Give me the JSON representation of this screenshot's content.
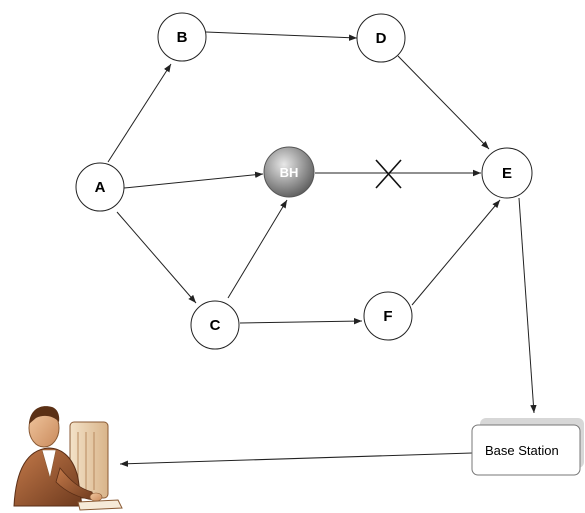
{
  "diagram": {
    "nodes": [
      {
        "id": "A",
        "label": "A"
      },
      {
        "id": "B",
        "label": "B"
      },
      {
        "id": "C",
        "label": "C"
      },
      {
        "id": "D",
        "label": "D"
      },
      {
        "id": "E",
        "label": "E"
      },
      {
        "id": "F",
        "label": "F"
      },
      {
        "id": "BH",
        "label": "BH",
        "style": "black-hole"
      }
    ],
    "edges": [
      {
        "from": "A",
        "to": "B"
      },
      {
        "from": "A",
        "to": "BH"
      },
      {
        "from": "A",
        "to": "C"
      },
      {
        "from": "B",
        "to": "D"
      },
      {
        "from": "D",
        "to": "E"
      },
      {
        "from": "C",
        "to": "BH"
      },
      {
        "from": "C",
        "to": "F"
      },
      {
        "from": "F",
        "to": "E"
      },
      {
        "from": "BH",
        "to": "E",
        "blocked": true
      },
      {
        "from": "E",
        "to": "base_station"
      },
      {
        "from": "base_station",
        "to": "user"
      }
    ],
    "base_station": {
      "label": "Base Station"
    },
    "user": {
      "icon": "person-at-computer-icon"
    },
    "colors": {
      "node_fill": "#ffffff",
      "node_stroke": "#222222",
      "black_hole_fill": "#8c8c8c",
      "edge": "#222222"
    }
  }
}
